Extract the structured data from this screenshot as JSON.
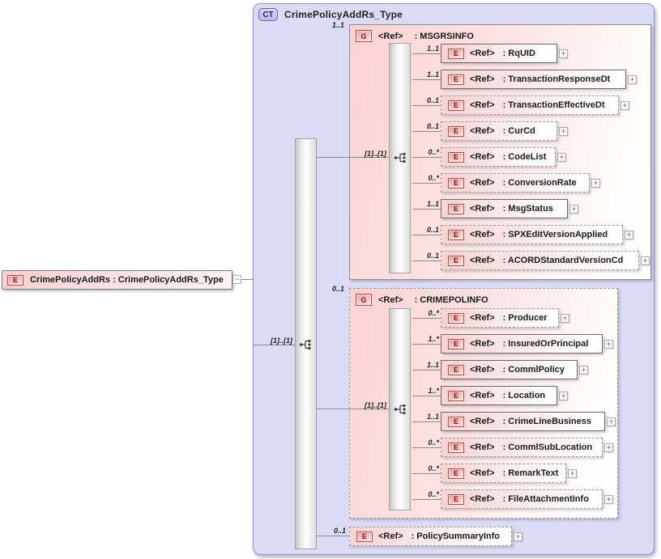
{
  "diagram": {
    "root_element": {
      "badge": "E",
      "label": "CrimePolicyAddRs : CrimePolicyAddRs_Type",
      "collapse_glyph": "−"
    },
    "complex_type": {
      "badge": "CT",
      "title": "CrimePolicyAddRs_Type",
      "sequence_cardinality": "[1]..[1]"
    },
    "expand_glyph": "+",
    "groups": [
      {
        "badge": "G",
        "ref_label": "<Ref>",
        "name": ": MSGRSINFO",
        "cardinality": "1..1",
        "sequence_cardinality": "[1]..[1]",
        "optional": false,
        "elements": [
          {
            "badge": "E",
            "ref_label": "<Ref>",
            "name": ": RqUID",
            "cardinality": "1..1",
            "optional": false
          },
          {
            "badge": "E",
            "ref_label": "<Ref>",
            "name": ": TransactionResponseDt",
            "cardinality": "1..1",
            "optional": false
          },
          {
            "badge": "E",
            "ref_label": "<Ref>",
            "name": ": TransactionEffectiveDt",
            "cardinality": "0..1",
            "optional": true
          },
          {
            "badge": "E",
            "ref_label": "<Ref>",
            "name": ": CurCd",
            "cardinality": "0..1",
            "optional": true
          },
          {
            "badge": "E",
            "ref_label": "<Ref>",
            "name": ": CodeList",
            "cardinality": "0..*",
            "optional": true
          },
          {
            "badge": "E",
            "ref_label": "<Ref>",
            "name": ": ConversionRate",
            "cardinality": "0..*",
            "optional": true
          },
          {
            "badge": "E",
            "ref_label": "<Ref>",
            "name": ": MsgStatus",
            "cardinality": "1..1",
            "optional": false
          },
          {
            "badge": "E",
            "ref_label": "<Ref>",
            "name": ": SPXEditVersionApplied",
            "cardinality": "0..1",
            "optional": true
          },
          {
            "badge": "E",
            "ref_label": "<Ref>",
            "name": ": ACORDStandardVersionCd",
            "cardinality": "0..1",
            "optional": true
          }
        ]
      },
      {
        "badge": "G",
        "ref_label": "<Ref>",
        "name": ": CRIMEPOLINFO",
        "cardinality": "0..1",
        "sequence_cardinality": "[1]..[1]",
        "optional": true,
        "elements": [
          {
            "badge": "E",
            "ref_label": "<Ref>",
            "name": ": Producer",
            "cardinality": "0..*",
            "optional": true
          },
          {
            "badge": "E",
            "ref_label": "<Ref>",
            "name": ": InsuredOrPrincipal",
            "cardinality": "1..*",
            "optional": false
          },
          {
            "badge": "E",
            "ref_label": "<Ref>",
            "name": ": CommlPolicy",
            "cardinality": "1..1",
            "optional": false
          },
          {
            "badge": "E",
            "ref_label": "<Ref>",
            "name": ": Location",
            "cardinality": "1..*",
            "optional": false
          },
          {
            "badge": "E",
            "ref_label": "<Ref>",
            "name": ": CrimeLineBusiness",
            "cardinality": "1..1",
            "optional": false
          },
          {
            "badge": "E",
            "ref_label": "<Ref>",
            "name": ": CommlSubLocation",
            "cardinality": "0..*",
            "optional": true
          },
          {
            "badge": "E",
            "ref_label": "<Ref>",
            "name": ": RemarkText",
            "cardinality": "0..*",
            "optional": true
          },
          {
            "badge": "E",
            "ref_label": "<Ref>",
            "name": ": FileAttachmentInfo",
            "cardinality": "0..*",
            "optional": true
          }
        ]
      }
    ],
    "trailing_element": {
      "badge": "E",
      "ref_label": "<Ref>",
      "name": ": PolicySummaryInfo",
      "cardinality": "0..1",
      "optional": true
    },
    "colors": {
      "container_fill": "#dbdbf6",
      "container_border": "#9494c6",
      "group_pink": "#fbd2d2",
      "element_pink": "#fad2d2",
      "badge_fill": "#f09e9e",
      "badge_border": "#b94a4a",
      "ct_badge_fill": "#c9c9ef",
      "ct_badge_border": "#6363ae",
      "connector_line": "#8a8a8a"
    }
  }
}
